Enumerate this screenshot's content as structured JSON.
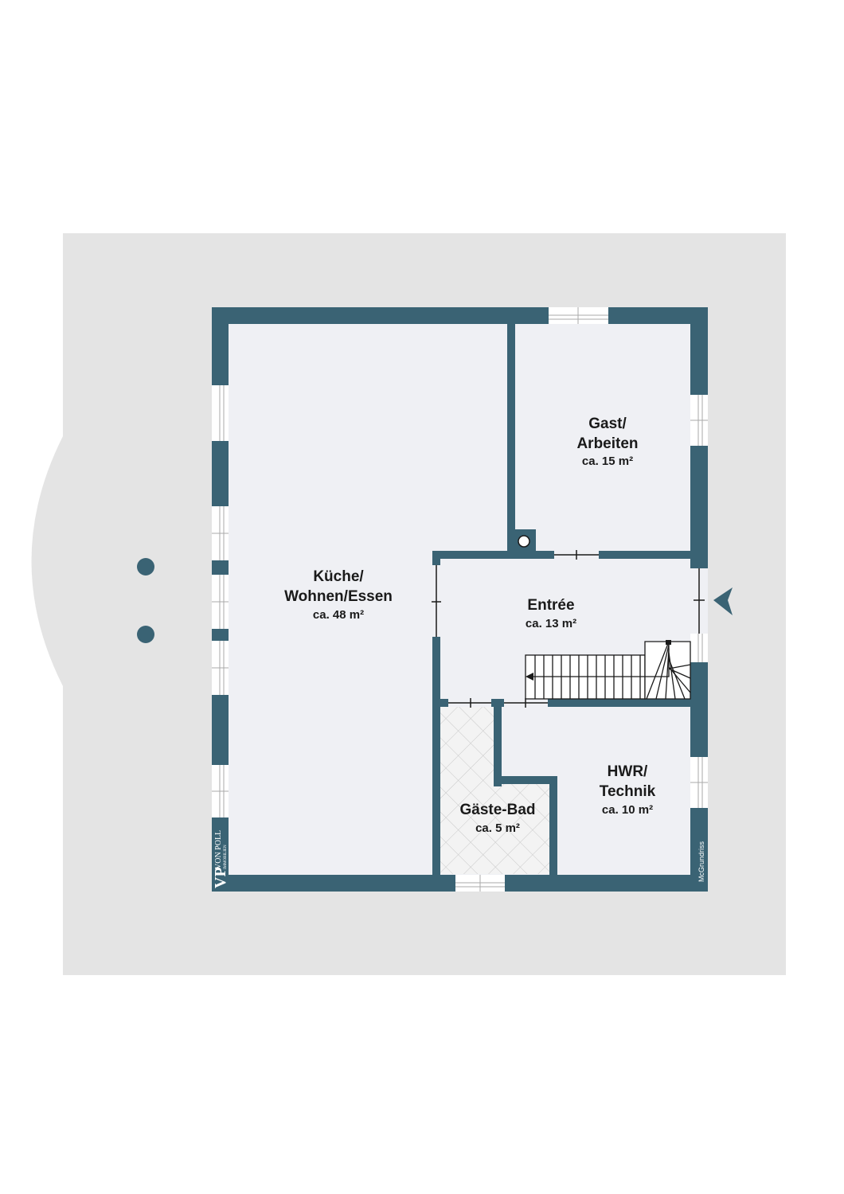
{
  "rooms": [
    {
      "id": "kueche",
      "lines": [
        "Küche/",
        "Wohnen/Essen"
      ],
      "area": "ca. 48 m²"
    },
    {
      "id": "gast",
      "lines": [
        "Gast/",
        "Arbeiten"
      ],
      "area": "ca. 15 m²"
    },
    {
      "id": "entree",
      "lines": [
        "Entrée"
      ],
      "area": "ca. 13 m²"
    },
    {
      "id": "gaestebad",
      "lines": [
        "Gäste-Bad"
      ],
      "area": "ca. 5 m²"
    },
    {
      "id": "hwr",
      "lines": [
        "HWR/",
        "Technik"
      ],
      "area": "ca. 10 m²"
    }
  ],
  "branding": {
    "logo_initials": "VP",
    "logo_name": "VON POLL",
    "logo_sub": "IMMOBILIEN",
    "credit": "McGrundriss"
  },
  "colors": {
    "wall": "#3a6374",
    "floor": "#eff0f4",
    "terrain": "#e4e4e4",
    "window": "#ffffff",
    "text": "#1a1a1a"
  }
}
